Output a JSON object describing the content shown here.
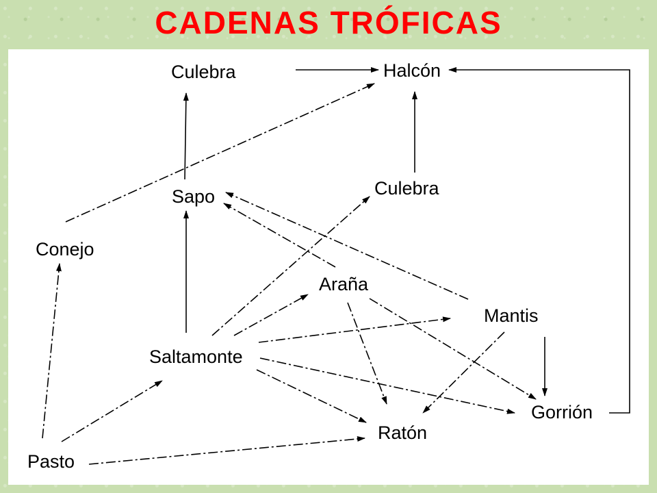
{
  "title": "CADENAS TRÓFICAS",
  "nodes": {
    "halcon": "Halcón",
    "culebra_top": "Culebra",
    "culebra_mid": "Culebra",
    "sapo": "Sapo",
    "conejo": "Conejo",
    "arana": "Araña",
    "mantis": "Mantis",
    "saltamonte": "Saltamonte",
    "gorrion": "Gorrión",
    "raton": "Ratón",
    "pasto": "Pasto"
  },
  "edges": [
    {
      "from": "Pasto",
      "to": "Conejo"
    },
    {
      "from": "Pasto",
      "to": "Saltamonte"
    },
    {
      "from": "Pasto",
      "to": "Ratón"
    },
    {
      "from": "Conejo",
      "to": "Halcón"
    },
    {
      "from": "Saltamonte",
      "to": "Sapo"
    },
    {
      "from": "Saltamonte",
      "to": "Culebra"
    },
    {
      "from": "Saltamonte",
      "to": "Araña"
    },
    {
      "from": "Saltamonte",
      "to": "Mantis"
    },
    {
      "from": "Saltamonte",
      "to": "Ratón"
    },
    {
      "from": "Saltamonte",
      "to": "Gorrión"
    },
    {
      "from": "Sapo",
      "to": "Culebra"
    },
    {
      "from": "Culebra",
      "to": "Halcón"
    },
    {
      "from": "Araña",
      "to": "Sapo"
    },
    {
      "from": "Araña",
      "to": "Ratón"
    },
    {
      "from": "Araña",
      "to": "Gorrión"
    },
    {
      "from": "Mantis",
      "to": "Sapo"
    },
    {
      "from": "Mantis",
      "to": "Ratón"
    },
    {
      "from": "Mantis",
      "to": "Gorrión"
    },
    {
      "from": "Gorrión",
      "to": "Halcón"
    }
  ]
}
